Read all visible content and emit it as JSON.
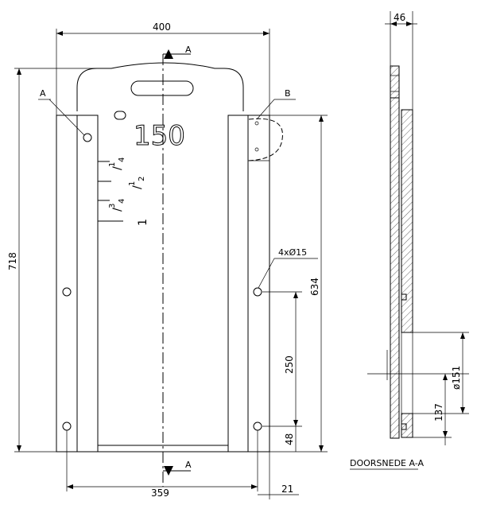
{
  "dimensions": {
    "width_top": "400",
    "height_total": "718",
    "height_rail": "634",
    "section_width": "46",
    "hole_spec": "4xØ15",
    "hole_spacing": "250",
    "bottom_offset": "48",
    "bottom_width": "359",
    "bottom_margin": "21",
    "diameter": "ø151",
    "section_lower": "137"
  },
  "labels": {
    "detail_a": "A",
    "detail_b": "B",
    "section_arrow_top": "A",
    "section_arrow_bottom": "A",
    "section_title": "DOORSNEDE A-A"
  },
  "markings": {
    "capacity": "150",
    "quarter_num": "1",
    "quarter_den": "4",
    "half_num": "1",
    "half_den": "2",
    "three_quarter_num": "3",
    "three_quarter_den": "4",
    "one": "1"
  }
}
